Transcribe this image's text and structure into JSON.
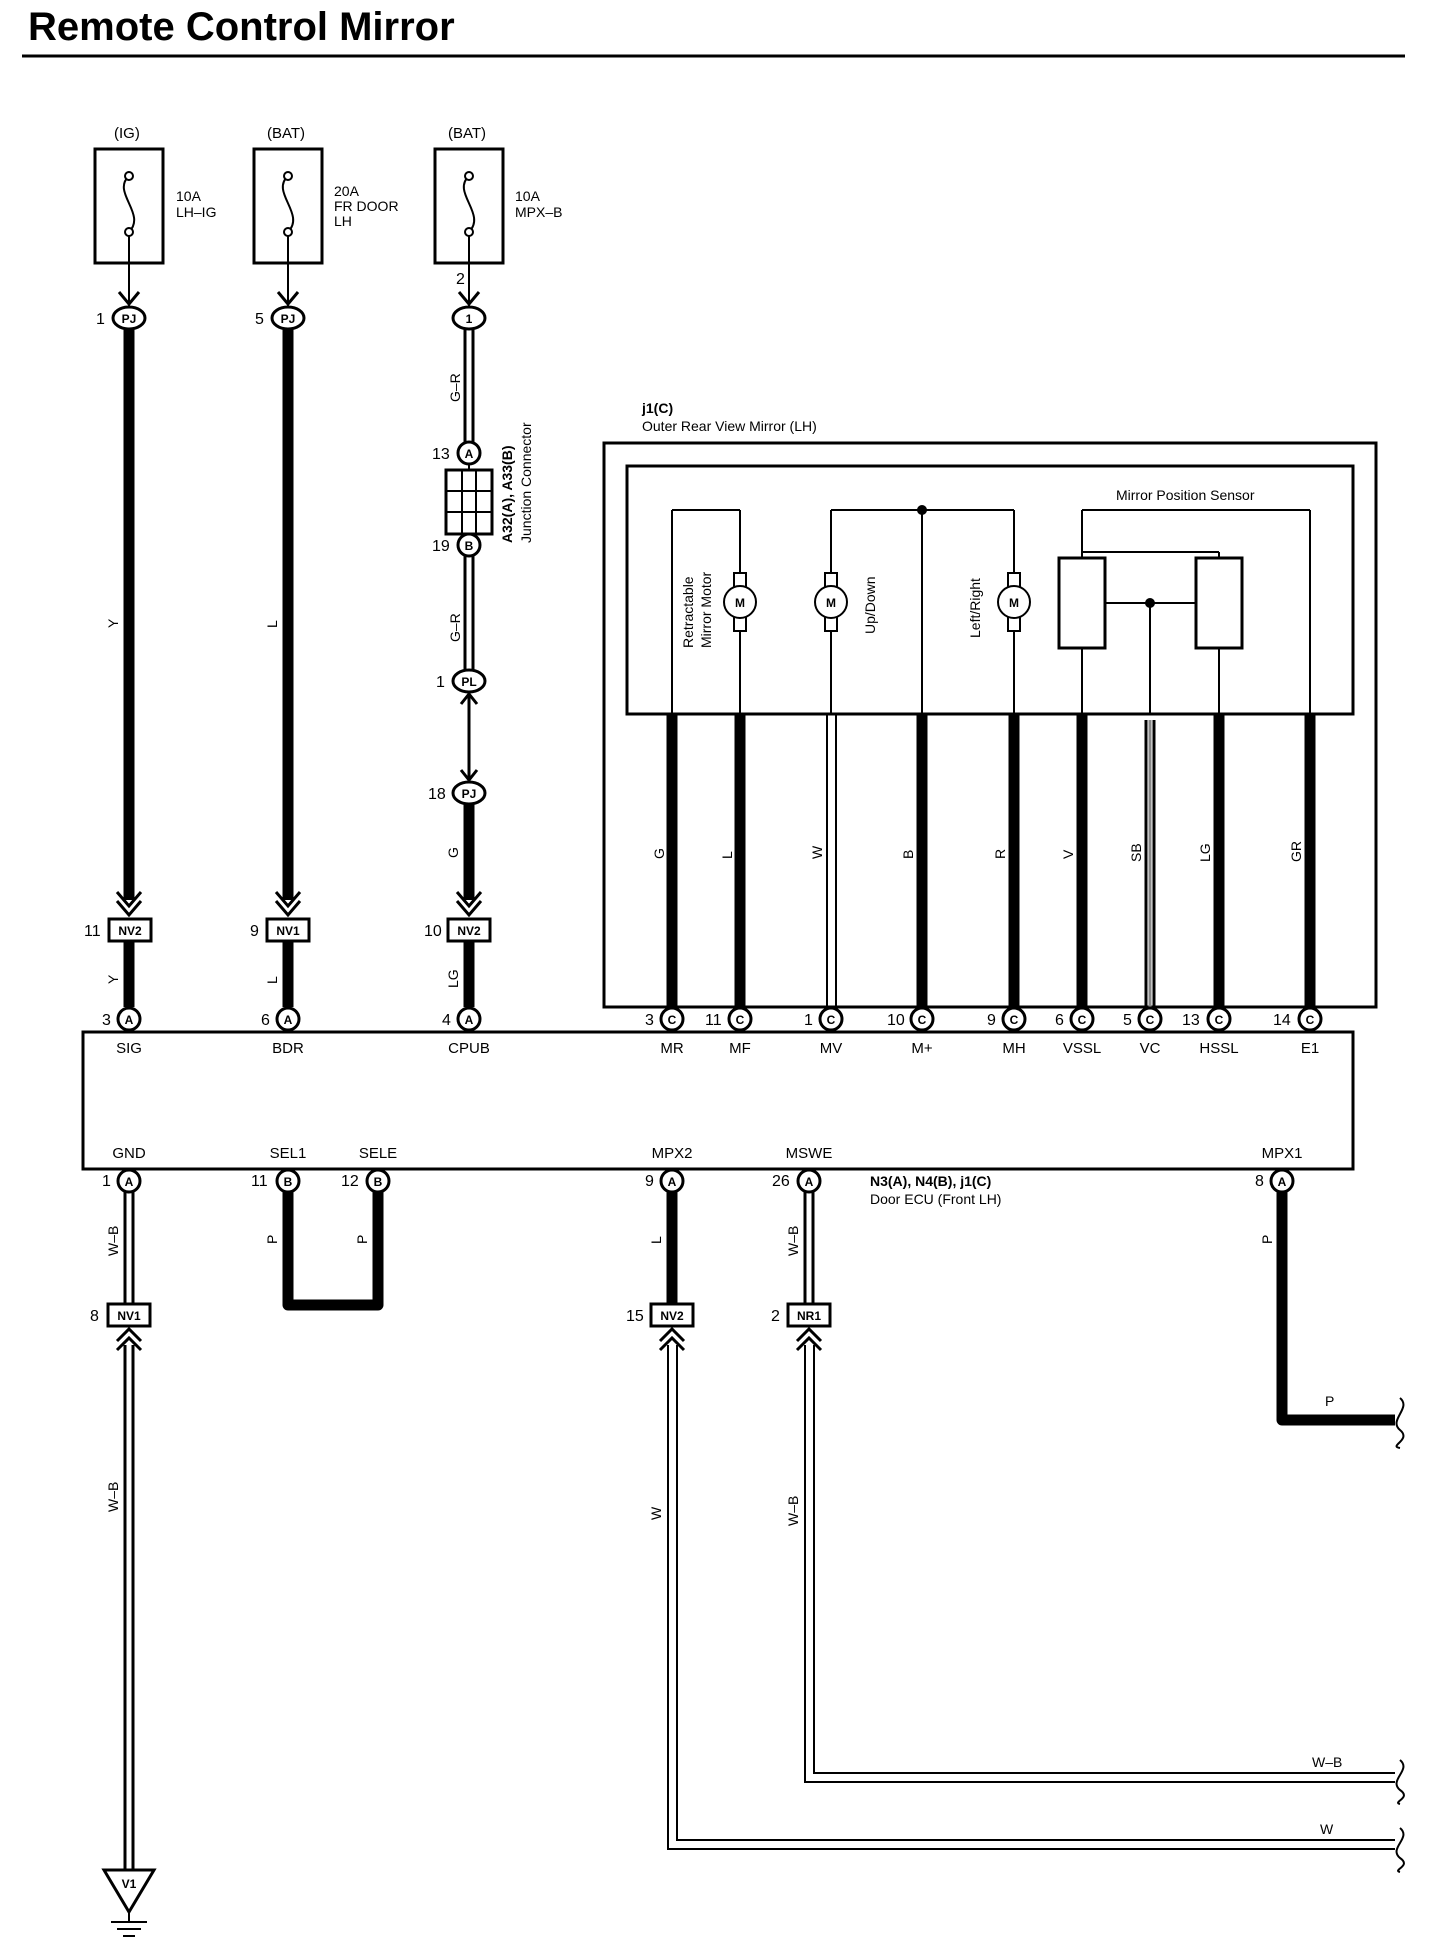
{
  "title": "Remote Control Mirror",
  "fuses": [
    {
      "source": "(IG)",
      "rating": "10A",
      "name": "LH–IG",
      "name2": ""
    },
    {
      "source": "(BAT)",
      "rating": "20A",
      "name": "FR DOOR",
      "name2": "LH"
    },
    {
      "source": "(BAT)",
      "rating": "10A",
      "name": "MPX–B",
      "name2": ""
    }
  ],
  "fuse_out_pin": "2",
  "top_connectors": [
    {
      "pin": "1",
      "code": "PJ"
    },
    {
      "pin": "5",
      "code": "PJ"
    },
    {
      "pin": "",
      "code": "1"
    }
  ],
  "junction": {
    "name": "A32(A), A33(B)",
    "desc": "Junction Connector",
    "pin_in": "13",
    "pin_in_code": "A",
    "pin_out": "19",
    "pin_out_code": "B",
    "wire_in": "G–R",
    "wire_out": "G–R"
  },
  "pl_connector": {
    "pin": "1",
    "code": "PL"
  },
  "pj18_connector": {
    "pin": "18",
    "code": "PJ"
  },
  "left_wires": {
    "sig_upper": "Y",
    "bdr_upper": "L",
    "cpub_upper": "G",
    "sig_lower": "Y",
    "bdr_lower": "L",
    "cpub_lower": "LG"
  },
  "mid_connectors": [
    {
      "pin": "11",
      "code": "NV2"
    },
    {
      "pin": "9",
      "code": "NV1"
    },
    {
      "pin": "10",
      "code": "NV2"
    }
  ],
  "mirror": {
    "code": "j1(C)",
    "name": "Outer Rear View Mirror (LH)",
    "motor_letter": "M",
    "retract_label_1": "Retractable",
    "retract_label_2": "Mirror Motor",
    "updown_label": "Up/Down",
    "leftright_label": "Left/Right",
    "sensor_label": "Mirror Position Sensor"
  },
  "mirror_wires": [
    "G",
    "L",
    "W",
    "B",
    "R",
    "V",
    "SB",
    "LG",
    "GR"
  ],
  "ecu": {
    "code": "N3(A), N4(B), j1(C)",
    "name": "Door ECU (Front LH)",
    "top_pins": [
      {
        "num": "3",
        "code": "A",
        "name": "SIG"
      },
      {
        "num": "6",
        "code": "A",
        "name": "BDR"
      },
      {
        "num": "4",
        "code": "A",
        "name": "CPUB"
      },
      {
        "num": "3",
        "code": "C",
        "name": "MR"
      },
      {
        "num": "11",
        "code": "C",
        "name": "MF"
      },
      {
        "num": "1",
        "code": "C",
        "name": "MV"
      },
      {
        "num": "10",
        "code": "C",
        "name": "M+"
      },
      {
        "num": "9",
        "code": "C",
        "name": "MH"
      },
      {
        "num": "6",
        "code": "C",
        "name": "VSSL"
      },
      {
        "num": "5",
        "code": "C",
        "name": "VC"
      },
      {
        "num": "13",
        "code": "C",
        "name": "HSSL"
      },
      {
        "num": "14",
        "code": "C",
        "name": "E1"
      }
    ],
    "bottom_pins": [
      {
        "num": "1",
        "code": "A",
        "name": "GND"
      },
      {
        "num": "11",
        "code": "B",
        "name": "SEL1"
      },
      {
        "num": "12",
        "code": "B",
        "name": "SELE"
      },
      {
        "num": "9",
        "code": "A",
        "name": "MPX2"
      },
      {
        "num": "26",
        "code": "A",
        "name": "MSWE"
      },
      {
        "num": "8",
        "code": "A",
        "name": "MPX1"
      }
    ]
  },
  "bottom_wires": {
    "gnd_upper": "W–B",
    "sel1": "P",
    "sele": "P",
    "mpx2_upper": "L",
    "mswe_upper": "W–B",
    "mpx1": "P",
    "gnd_lower": "W–B",
    "mpx2_lower": "W",
    "mswe_lower": "W–B",
    "out_p": "P",
    "out_wb": "W–B",
    "out_w": "W"
  },
  "bottom_connectors": [
    {
      "pin": "8",
      "code": "NV1"
    },
    {
      "pin": "15",
      "code": "NV2"
    },
    {
      "pin": "2",
      "code": "NR1"
    }
  ],
  "ground": {
    "code": "V1"
  }
}
